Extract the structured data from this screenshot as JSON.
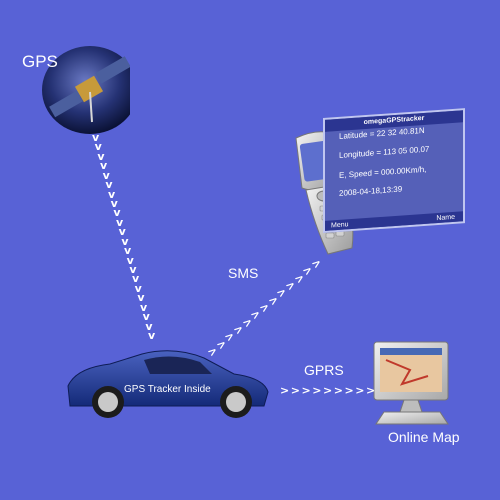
{
  "labels": {
    "gps": "GPS",
    "sms": "SMS",
    "gprs": "GPRS",
    "online_map": "Online Map",
    "car_text": "GPS Tracker Inside"
  },
  "phone_screen": {
    "header": "omegaGPStracker",
    "lines": [
      "Latitude = 22 32 40.81N",
      "Longitude = 113 05 00.07",
      "E, Speed = 000.00Km/h,",
      "2008-04-18,13:39"
    ],
    "softkey_left": "Menu",
    "softkey_right": "Name"
  },
  "arrows": {
    "glyph": "v",
    "gprs_glyph": ">",
    "sms_glyph": ">"
  },
  "colors": {
    "background": "#5862d6",
    "arrow": "#ffffff",
    "car": "#233a8c",
    "phone_screen": "#5560b8"
  }
}
